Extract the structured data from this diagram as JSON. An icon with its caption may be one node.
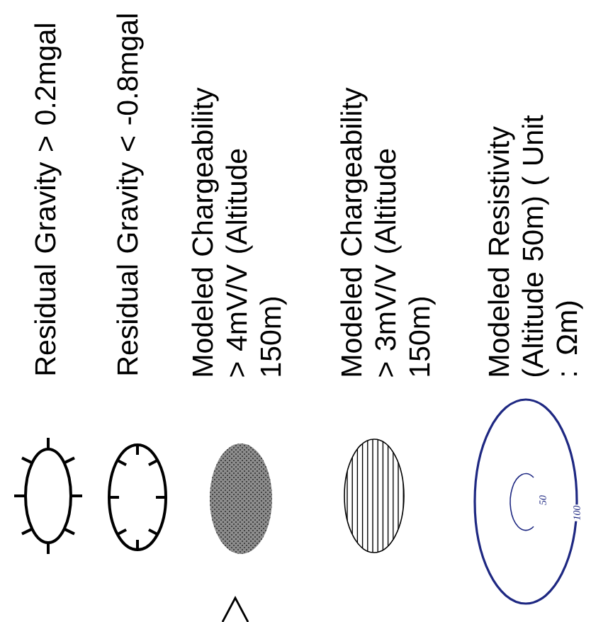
{
  "diagram": {
    "labels": [
      "50",
      "100"
    ],
    "legend": [
      {
        "text": "Residual Gravity > 0.2mgal"
      },
      {
        "text": "Residual Gravity < -0.8mgal"
      },
      {
        "text": "Modeled Chargeability > 4mV/V (Altitude 150m)"
      },
      {
        "text": "Modeled Chargeability > 3mV/V (Altitude 150m)"
      },
      {
        "text": "Modeled Resistivity (Altitude 50m) ( Unit : Ωm)"
      }
    ]
  }
}
